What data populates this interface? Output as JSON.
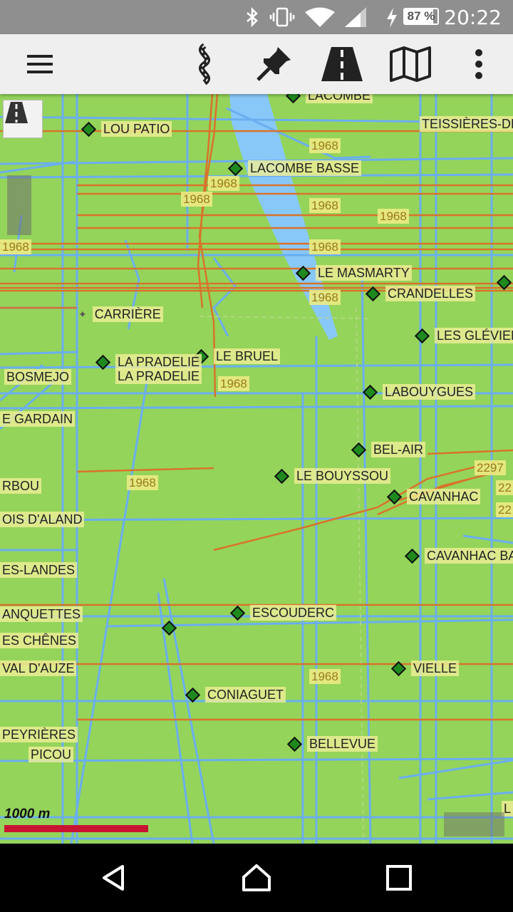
{
  "status_bar": {
    "time": "20:22",
    "battery_percent": "87 %",
    "battery_level": 0.87,
    "icons": [
      "bluetooth-icon",
      "vibrate-icon",
      "wifi-icon",
      "signal-icon",
      "charging-icon",
      "battery-icon"
    ]
  },
  "toolbar": {
    "menu_icon": "hamburger-menu-icon",
    "actions": [
      "route-icon",
      "pin-icon",
      "road-icon",
      "map-icon",
      "overflow-menu-icon"
    ]
  },
  "map": {
    "places": [
      {
        "name": "LACOMBE"
      },
      {
        "name": "LOU PATIO"
      },
      {
        "name": "TEISSIÈRES-DE"
      },
      {
        "name": "LACOMBE BASSE"
      },
      {
        "name": "LE MASMARTY"
      },
      {
        "name": "CRANDELLES"
      },
      {
        "name": "CARRIÈRE"
      },
      {
        "name": "LES GLÉVIEN"
      },
      {
        "name": "LE BRUEL"
      },
      {
        "name": "LA PRADELIE"
      },
      {
        "name": "LA PRADELIE"
      },
      {
        "name": "BOSMEJO"
      },
      {
        "name": "LABOUYGUES"
      },
      {
        "name": "E GARDAIN"
      },
      {
        "name": "BEL-AIR"
      },
      {
        "name": "LE BOUYSSOU"
      },
      {
        "name": "RBOU"
      },
      {
        "name": "CAVANHAC"
      },
      {
        "name": "OIS D'ALAND"
      },
      {
        "name": "CAVANHAC BA"
      },
      {
        "name": "ES-LANDES"
      },
      {
        "name": "ESCOUDERC"
      },
      {
        "name": "ANQUETTES"
      },
      {
        "name": "ES CHÊNES"
      },
      {
        "name": "VAL D'AUZE"
      },
      {
        "name": "VIELLE"
      },
      {
        "name": "CONIAGUET"
      },
      {
        "name": "PEYRIÈRES"
      },
      {
        "name": "PICOU"
      },
      {
        "name": "BELLEVUE"
      },
      {
        "name": "L"
      }
    ],
    "elevation_labels": [
      "1968",
      "1968",
      "1968",
      "1968",
      "1968",
      "1968",
      "1968",
      "1968",
      "1968",
      "1968",
      "1968",
      "2297",
      "22",
      "22"
    ],
    "scale_text": "1000 m",
    "colors": {
      "land": "#94d45a",
      "water": "#88c8f8",
      "minor_road": "#6aaef0",
      "contour": "#d8732a",
      "scale_bar": "#c81432"
    }
  },
  "nav_bar": {
    "buttons": [
      "back-icon",
      "home-icon",
      "recents-icon"
    ]
  }
}
